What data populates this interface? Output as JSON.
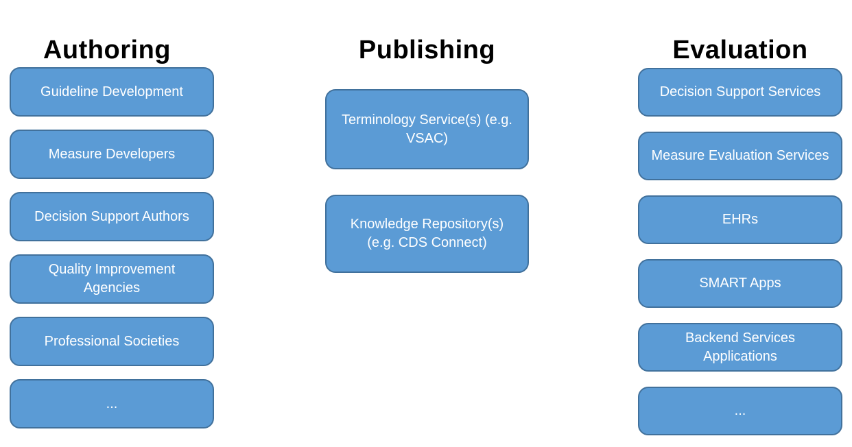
{
  "diagram": {
    "colors": {
      "box_fill": "#5B9BD5",
      "box_border": "#41719C",
      "box_text": "#FFFFFF",
      "title_text": "#000000",
      "background": "#FFFFFF"
    },
    "columns": [
      {
        "title": "Authoring",
        "boxes": [
          {
            "label": "Guideline Development"
          },
          {
            "label": "Measure Developers"
          },
          {
            "label": "Decision Support Authors"
          },
          {
            "label": "Quality Improvement\nAgencies"
          },
          {
            "label": "Professional Societies"
          },
          {
            "label": "..."
          }
        ]
      },
      {
        "title": "Publishing",
        "boxes": [
          {
            "label": "Terminology Service(s) (e.g.\nVSAC)"
          },
          {
            "label": "Knowledge Repository(s)\n(e.g. CDS Connect)"
          }
        ]
      },
      {
        "title": "Evaluation",
        "boxes": [
          {
            "label": "Decision Support Services"
          },
          {
            "label": "Measure Evaluation Services"
          },
          {
            "label": "EHRs"
          },
          {
            "label": "SMART Apps"
          },
          {
            "label": "Backend Services\nApplications"
          },
          {
            "label": "..."
          }
        ]
      }
    ]
  }
}
